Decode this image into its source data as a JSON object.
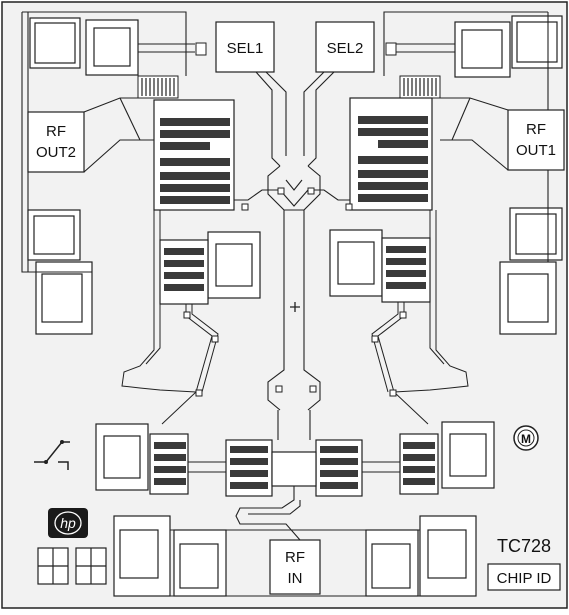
{
  "labels": {
    "sel1": "SEL1",
    "sel2": "SEL2",
    "rf_out2_line1": "RF",
    "rf_out2_line2": "OUT2",
    "rf_out1_line1": "RF",
    "rf_out1_line2": "OUT1",
    "rf_in_line1": "RF",
    "rf_in_line2": "IN",
    "chip_number": "TC728",
    "chip_id": "CHIP ID",
    "logo_text": "hp",
    "mask_mark": "M"
  },
  "colors": {
    "background": "#f2f2f2",
    "line": "#222222",
    "fet": "#3a3a3a",
    "logo": "#1a1a1a"
  }
}
